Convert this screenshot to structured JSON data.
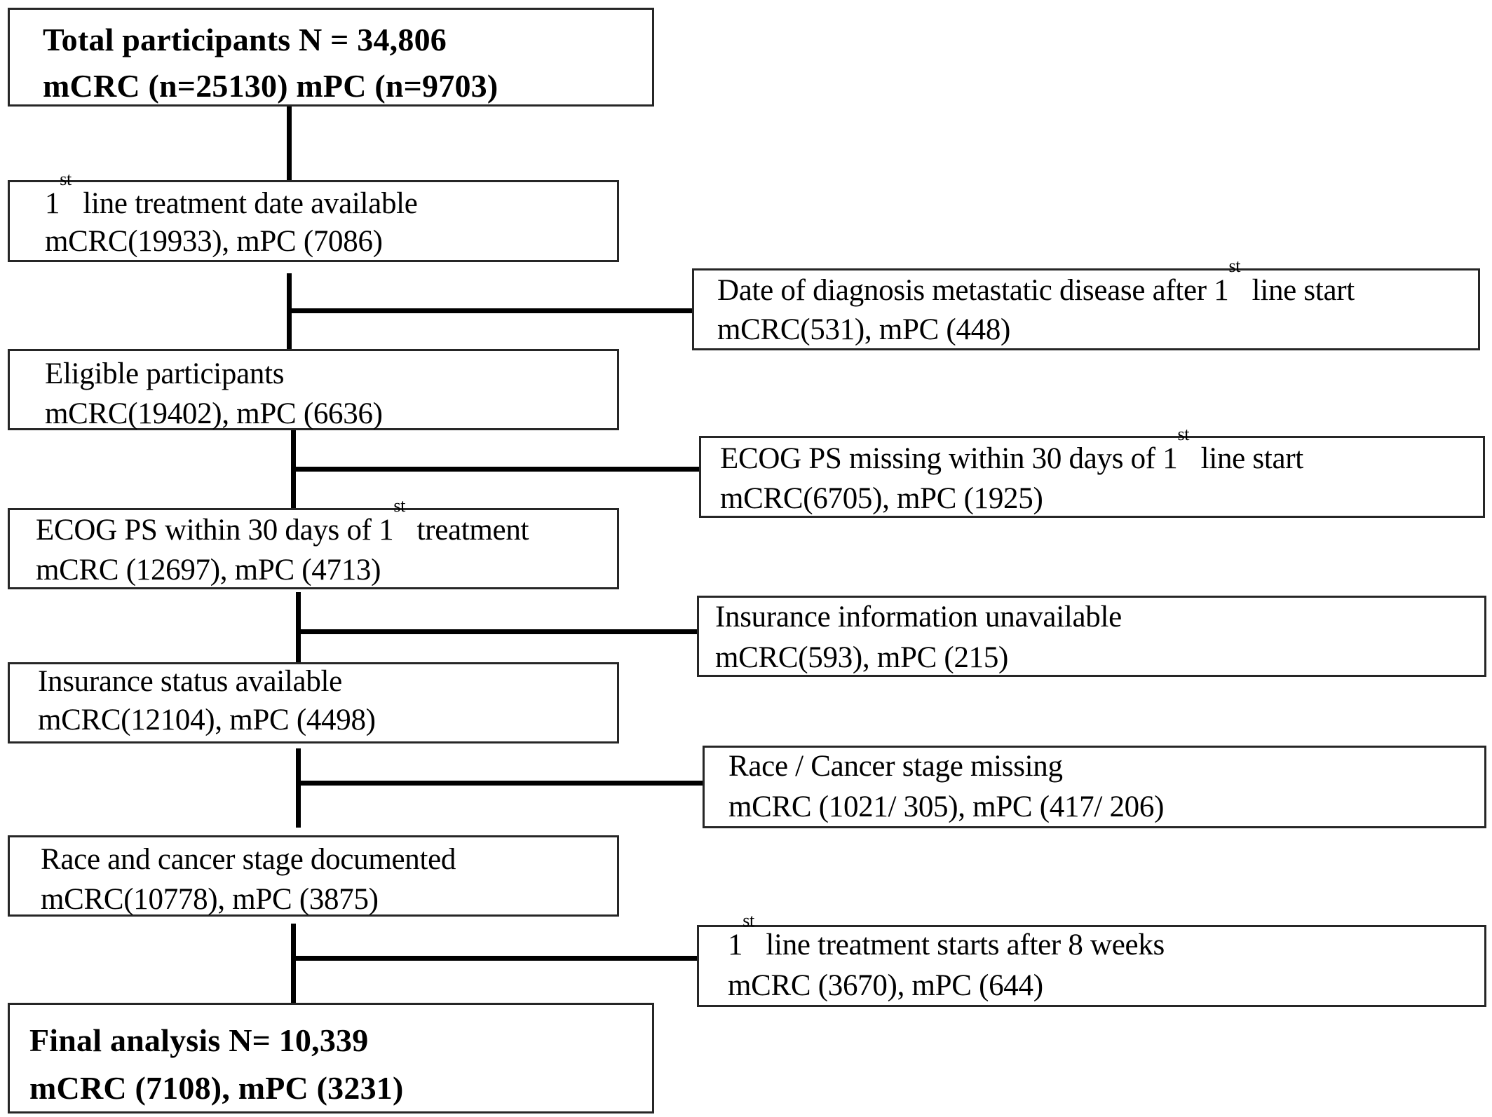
{
  "flowchart": {
    "main_boxes": [
      {
        "id": "total",
        "line1": "Total participants  N = 34,806",
        "line2": "mCRC  (n=25130)  mPC  (n=9703)"
      },
      {
        "id": "first_line",
        "line1_sup_pre": "1",
        "line1_sup": "st",
        "line1_rest": " line  treatment date available",
        "line2": "mCRC(19933), mPC (7086)"
      },
      {
        "id": "eligible",
        "line1": "Eligible  participants",
        "line2": "mCRC(19402), mPC (6636)"
      },
      {
        "id": "ecog",
        "line1_pre": "ECOG PS within 30 days of 1",
        "line1_sup": "st",
        "line1_rest": " treatment",
        "line2": "mCRC (12697), mPC (4713)"
      },
      {
        "id": "insurance",
        "line1": "Insurance status available",
        "line2": "mCRC(12104), mPC (4498)"
      },
      {
        "id": "race",
        "line1": "Race and cancer stage  documented",
        "line2": "mCRC(10778), mPC (3875)"
      },
      {
        "id": "final",
        "line1": "Final  analysis  N= 10,339",
        "line2": "mCRC  (7108),  mPC  (3231)"
      }
    ],
    "exclusion_boxes": [
      {
        "id": "ex_diagnosis",
        "line1_pre": "Date of diagnosis  metastatic disease   after 1",
        "line1_sup": "st",
        "line1_rest": " line start",
        "line2": "mCRC(531), mPC (448)"
      },
      {
        "id": "ex_ecog",
        "line1_pre": "ECOG PS missing  within  30 days of 1",
        "line1_sup": "st",
        "line1_rest": " line start",
        "line2": "mCRC(6705), mPC (1925)"
      },
      {
        "id": "ex_insurance",
        "line1": "Insurance information  unavailable",
        "line2": "mCRC(593), mPC (215)"
      },
      {
        "id": "ex_race",
        "line1": "Race / Cancer stage missing",
        "line2": "mCRC (1021/ 305), mPC (417/ 206)"
      },
      {
        "id": "ex_weeks",
        "line1_sup_pre": "1",
        "line1_sup": "st",
        "line1_rest": " line  treatment starts   after 8 weeks",
        "line2": "mCRC (3670), mPC (644)"
      }
    ]
  },
  "colors": {
    "border": "#262626",
    "connector": "#000000",
    "background": "#ffffff"
  }
}
